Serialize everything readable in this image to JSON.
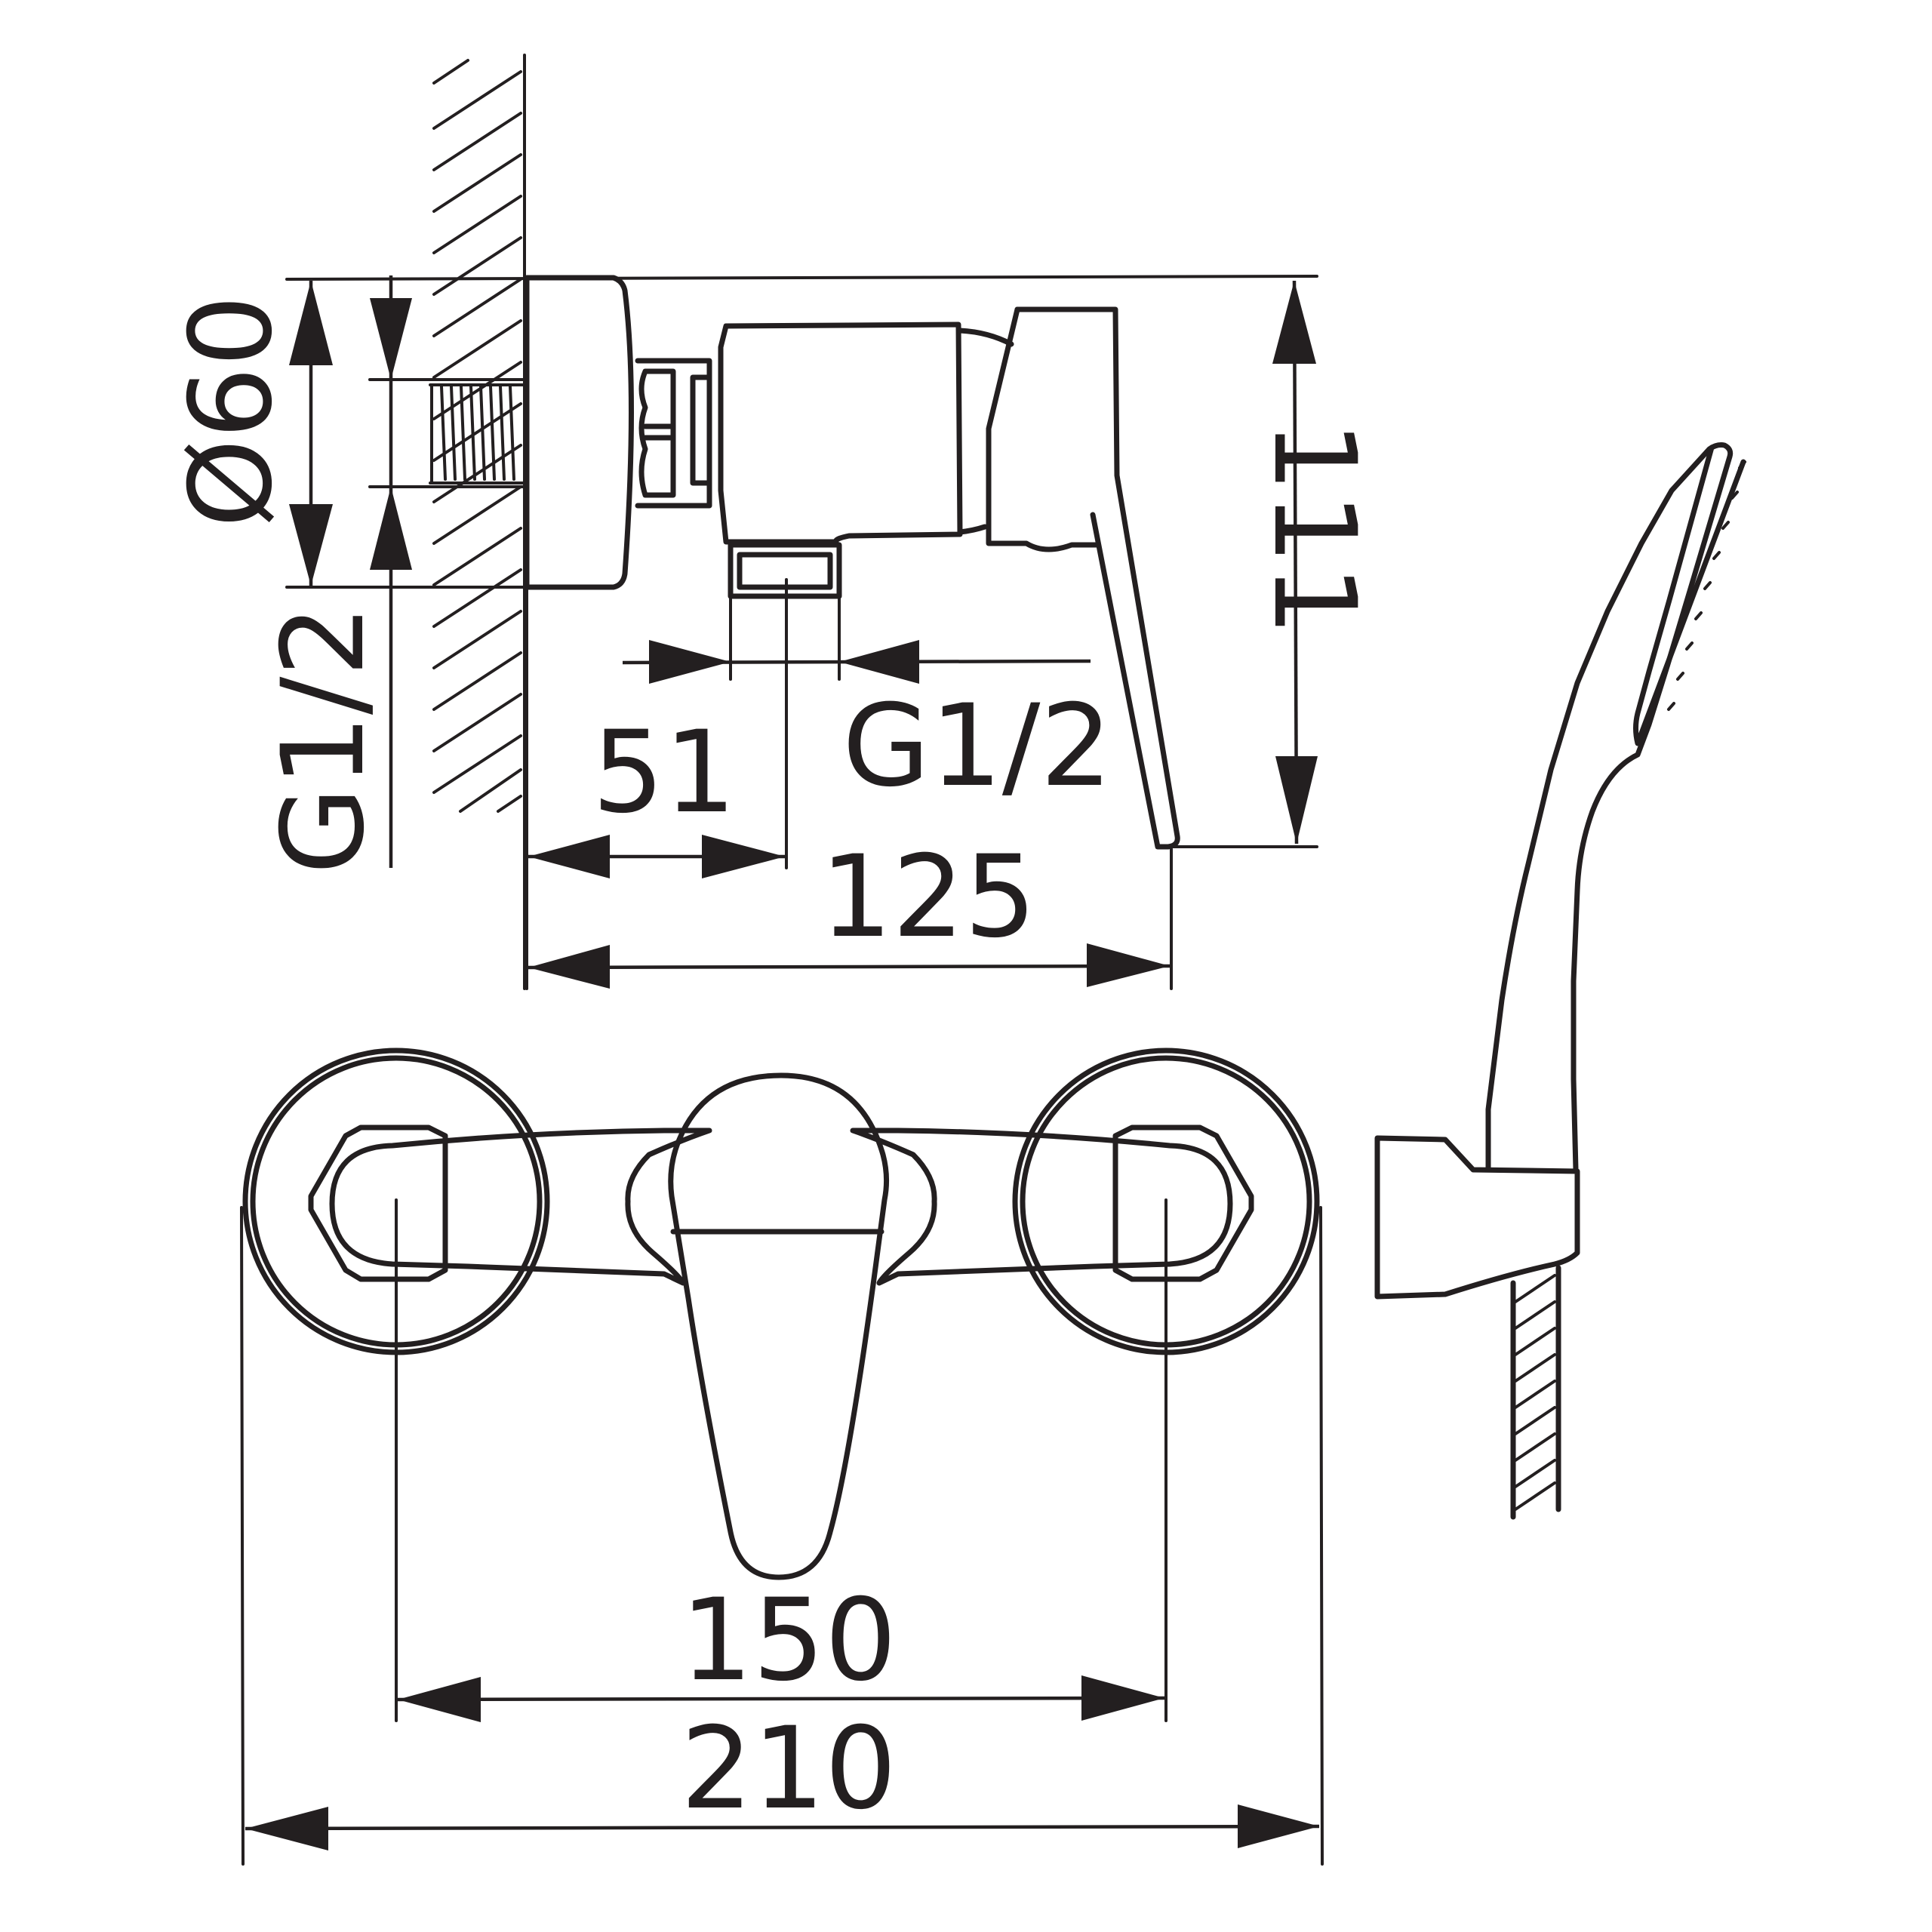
{
  "dimensions": {
    "diameter": "Ø60",
    "inlet_thread": "G1/2",
    "outlet_thread": "G1/2",
    "depth_to_outlet": "51",
    "projection": "125",
    "height": "111",
    "inlet_spacing": "150",
    "overall_width": "210"
  },
  "colors": {
    "line": "#231f20",
    "background": "#ffffff"
  }
}
